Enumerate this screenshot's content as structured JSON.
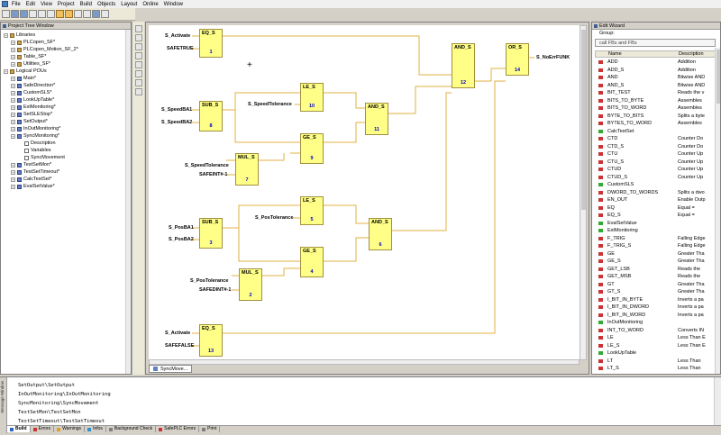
{
  "menu": [
    {
      "label": "File"
    },
    {
      "label": "Edit"
    },
    {
      "label": "View"
    },
    {
      "label": "Project"
    },
    {
      "label": "Build"
    },
    {
      "label": "Objects"
    },
    {
      "label": "Layout"
    },
    {
      "label": "Online"
    },
    {
      "label": "Window"
    }
  ],
  "project_tree": {
    "title": "Project Tree Window",
    "nodes": [
      {
        "label": "Libraries",
        "level": 0,
        "icon": "folder-icon"
      },
      {
        "label": "PLCopen_SF*",
        "level": 1,
        "icon": "library-icon"
      },
      {
        "label": "PLCopen_Motion_SF_2*",
        "level": 1,
        "icon": "library-icon"
      },
      {
        "label": "Table_SF*",
        "level": 1,
        "icon": "library-icon"
      },
      {
        "label": "Utilities_SF*",
        "level": 1,
        "icon": "library-icon"
      },
      {
        "label": "Logical POUs",
        "level": 0,
        "icon": "folder-icon"
      },
      {
        "label": "Main*",
        "level": 1,
        "icon": "pou-icon"
      },
      {
        "label": "SafeDirection*",
        "level": 1,
        "icon": "pou-icon"
      },
      {
        "label": "CustomSLS*",
        "level": 1,
        "icon": "pou-icon"
      },
      {
        "label": "LookUpTable*",
        "level": 1,
        "icon": "pou-icon"
      },
      {
        "label": "ExtMonitoring*",
        "level": 1,
        "icon": "pou-icon"
      },
      {
        "label": "SetSLEStop*",
        "level": 1,
        "icon": "pou-icon"
      },
      {
        "label": "SetOutput*",
        "level": 1,
        "icon": "pou-icon"
      },
      {
        "label": "InOutMonitoring*",
        "level": 1,
        "icon": "pou-icon"
      },
      {
        "label": "SyncMonitoring*",
        "level": 1,
        "icon": "pou-icon"
      },
      {
        "label": "Description",
        "level": 2,
        "icon": "document-icon"
      },
      {
        "label": "Variables",
        "level": 2,
        "icon": "document-icon"
      },
      {
        "label": "SyncMovement",
        "level": 2,
        "icon": "document-icon"
      },
      {
        "label": "TestSetMon*",
        "level": 1,
        "icon": "pou-icon"
      },
      {
        "label": "TestSetTimeout*",
        "level": 1,
        "icon": "pou-icon"
      },
      {
        "label": "CalcTestSet*",
        "level": 1,
        "icon": "pou-icon"
      },
      {
        "label": "EvalSetValue*",
        "level": 1,
        "icon": "pou-icon"
      }
    ]
  },
  "editor": {
    "tab_label": "SyncMove...",
    "blocks": [
      {
        "name": "EQ_S",
        "num": "1"
      },
      {
        "name": "SUB_S",
        "num": "8"
      },
      {
        "name": "LE_S",
        "num": "10"
      },
      {
        "name": "GE_S",
        "num": "9"
      },
      {
        "name": "MUL_S",
        "num": "7"
      },
      {
        "name": "AND_S",
        "num": "11"
      },
      {
        "name": "AND_S",
        "num": "12"
      },
      {
        "name": "OR_S",
        "num": "14"
      },
      {
        "name": "SUB_S",
        "num": "3"
      },
      {
        "name": "LE_S",
        "num": "5"
      },
      {
        "name": "GE_S",
        "num": "4"
      },
      {
        "name": "MUL_S",
        "num": "2"
      },
      {
        "name": "AND_S",
        "num": "6"
      },
      {
        "name": "EQ_S",
        "num": "13"
      }
    ],
    "labels": {
      "s_activate_1": "S_Activate",
      "safetrue": "SAFETRUE",
      "s_speedba1": "S_SpeedBA1",
      "s_speedba2": "S_SpeedBA2",
      "s_speedtol_1": "S_SpeedTolerance",
      "s_speedtol_2": "S_SpeedTolerance",
      "safeint_1": "SAFEINT#-1",
      "s_posba1": "S_PosBA1",
      "s_posba2": "S_PosBA2",
      "s_postol_1": "S_PosTolerance",
      "s_postol_2": "S_PosTolerance",
      "safeint_2": "SAFEDINT#-1",
      "s_activate_2": "S_Activate",
      "safefalse": "SAFEFALSE",
      "output": "S_NoErrFUNK"
    }
  },
  "edit_wizard": {
    "title": "Edit Wizard",
    "group_label": "Group:",
    "group_value": "call FBs and FBs",
    "col_name": "Name",
    "col_desc": "Description",
    "items": [
      {
        "name": "ADD",
        "desc": "Addition",
        "color": "#cc3333"
      },
      {
        "name": "ADD_S",
        "desc": "Addition",
        "color": "#cc3333"
      },
      {
        "name": "AND",
        "desc": "Bitwise AND",
        "color": "#cc3333"
      },
      {
        "name": "AND_S",
        "desc": "Bitwise AND",
        "color": "#cc3333"
      },
      {
        "name": "BIT_TEST",
        "desc": "Reads the v",
        "color": "#cc3333"
      },
      {
        "name": "BITS_TO_BYTE",
        "desc": "Assembles",
        "color": "#cc3333"
      },
      {
        "name": "BITS_TO_WORD",
        "desc": "Assembles",
        "color": "#cc3333"
      },
      {
        "name": "BYTE_TO_BITS",
        "desc": "Splits a byte",
        "color": "#cc3333"
      },
      {
        "name": "BYTES_TO_WORD",
        "desc": "Assembles",
        "color": "#cc3333"
      },
      {
        "name": "CalcTestSet",
        "desc": "",
        "color": "#33aa33"
      },
      {
        "name": "CTD",
        "desc": "Counter Do",
        "color": "#cc3333"
      },
      {
        "name": "CTD_S",
        "desc": "Counter Do",
        "color": "#cc3333"
      },
      {
        "name": "CTU",
        "desc": "Counter Up",
        "color": "#cc3333"
      },
      {
        "name": "CTU_S",
        "desc": "Counter Up",
        "color": "#cc3333"
      },
      {
        "name": "CTUD",
        "desc": "Counter Up",
        "color": "#cc3333"
      },
      {
        "name": "CTUD_S",
        "desc": "Counter Up",
        "color": "#cc3333"
      },
      {
        "name": "CustomSLS",
        "desc": "",
        "color": "#33aa33"
      },
      {
        "name": "DWORD_TO_WORDS",
        "desc": "Splits a dwo",
        "color": "#cc3333"
      },
      {
        "name": "EN_OUT",
        "desc": "Enable Outp",
        "color": "#cc3333"
      },
      {
        "name": "EQ",
        "desc": "Equal =",
        "color": "#cc3333"
      },
      {
        "name": "EQ_S",
        "desc": "Equal =",
        "color": "#cc3333"
      },
      {
        "name": "EvalSetValue",
        "desc": "",
        "color": "#33aa33"
      },
      {
        "name": "ExtMonitoring",
        "desc": "",
        "color": "#33aa33"
      },
      {
        "name": "F_TRIG",
        "desc": "Falling Edge",
        "color": "#cc3333"
      },
      {
        "name": "F_TRIG_S",
        "desc": "Falling Edge",
        "color": "#cc3333"
      },
      {
        "name": "GE",
        "desc": "Greater Tha",
        "color": "#cc3333"
      },
      {
        "name": "GE_S",
        "desc": "Greater Tha",
        "color": "#cc3333"
      },
      {
        "name": "GET_LSB",
        "desc": "Reads the",
        "color": "#cc3333"
      },
      {
        "name": "GET_MSB",
        "desc": "Reads the",
        "color": "#cc3333"
      },
      {
        "name": "GT",
        "desc": "Greater Tha",
        "color": "#cc3333"
      },
      {
        "name": "GT_S",
        "desc": "Greater Tha",
        "color": "#cc3333"
      },
      {
        "name": "I_BIT_IN_BYTE",
        "desc": "Inverts a pa",
        "color": "#cc3333"
      },
      {
        "name": "I_BIT_IN_DWORD",
        "desc": "Inverts a pa",
        "color": "#cc3333"
      },
      {
        "name": "I_BIT_IN_WORD",
        "desc": "Inverts a pa",
        "color": "#cc3333"
      },
      {
        "name": "InOutMonitoring",
        "desc": "",
        "color": "#33aa33"
      },
      {
        "name": "INT_TO_WORD",
        "desc": "Converts IN",
        "color": "#cc3333"
      },
      {
        "name": "LE",
        "desc": "Less Than E",
        "color": "#cc3333"
      },
      {
        "name": "LE_S",
        "desc": "Less Than E",
        "color": "#cc3333"
      },
      {
        "name": "LookUpTable",
        "desc": "",
        "color": "#33aa33"
      },
      {
        "name": "LT",
        "desc": "Less Than",
        "color": "#cc3333"
      },
      {
        "name": "LT_S",
        "desc": "Less Than",
        "color": "#cc3333"
      }
    ]
  },
  "messages": {
    "side_label": "Message Window",
    "lines": [
      "SetOutput\\SetOutput",
      "InOutMonitoring\\InOutMonitoring",
      "SyncMonitoring\\SyncMovement",
      "TestSetMon\\TestSetMon",
      "TestSetTimeout\\TestSetTimeout",
      "CalcTestSet\\CalcTestSet"
    ],
    "tabs": [
      {
        "label": "Build",
        "color": "#3060c0"
      },
      {
        "label": "Errors",
        "color": "#cc3333"
      },
      {
        "label": "Warnings",
        "color": "#e0a020"
      },
      {
        "label": "Infos",
        "color": "#3090d0"
      },
      {
        "label": "Background Check",
        "color": "#808080"
      },
      {
        "label": "SafePLC Errors",
        "color": "#cc3333"
      },
      {
        "label": "Print",
        "color": "#808080"
      }
    ]
  }
}
